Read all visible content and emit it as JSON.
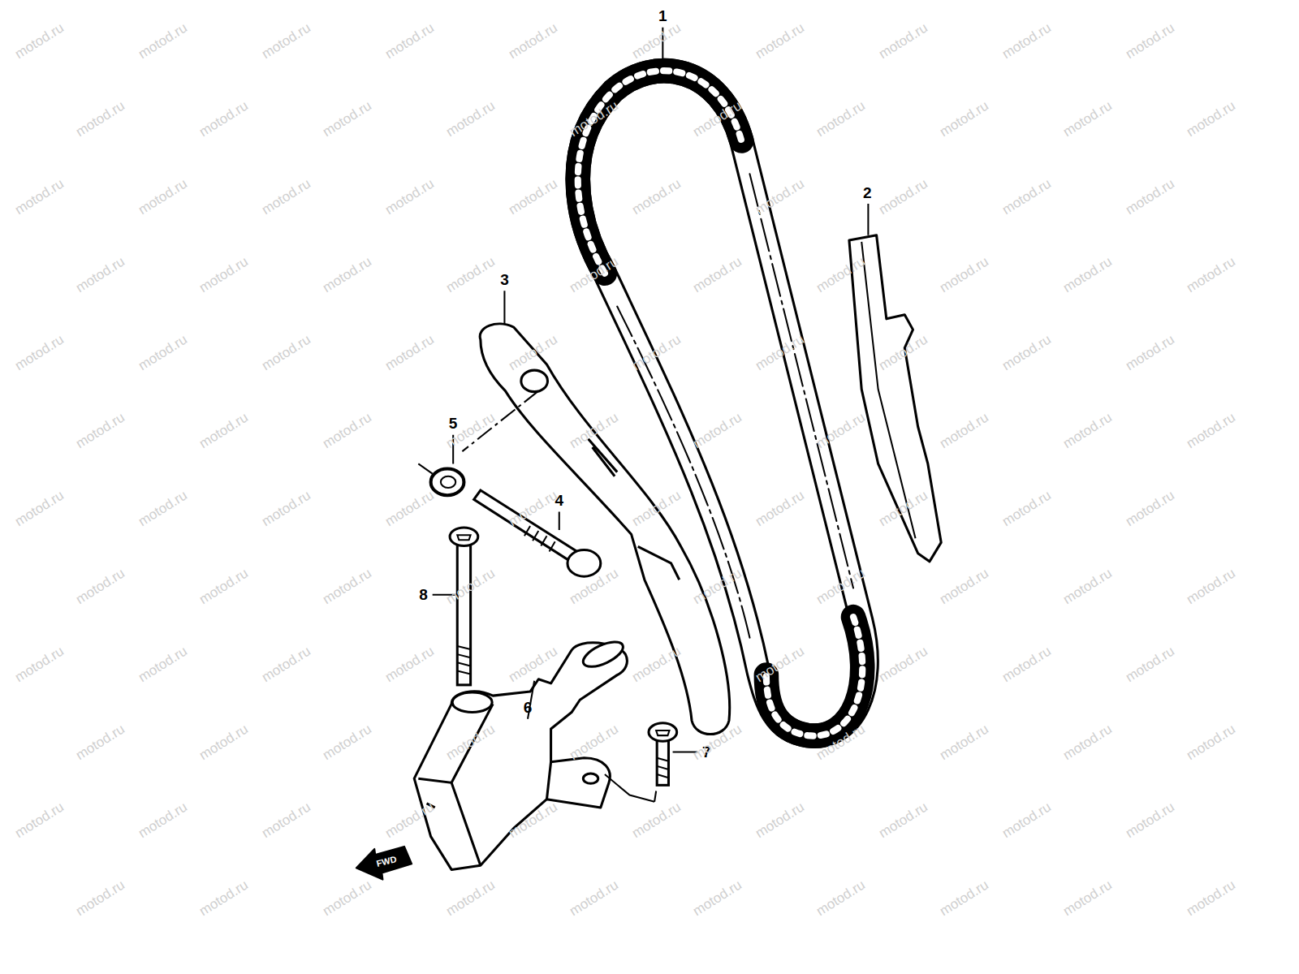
{
  "diagram": {
    "labels": [
      "1",
      "2",
      "3",
      "5",
      "4",
      "8",
      "6",
      "7",
      "FWD",
      "motod.ru",
      "motod.ru",
      "motod.ru",
      "motod.ru",
      "motod.ru",
      "motod.ru",
      "motod.ru",
      "motod.ru",
      "motod.ru",
      "motod.ru",
      "motod.ru",
      "motod.ru",
      "motod.ru",
      "motod.ru",
      "motod.ru",
      "motod.ru",
      "motod.ru",
      "motod.ru",
      "motod.ru",
      "motod.ru",
      "motod.ru",
      "motod.ru",
      "motod.ru",
      "motod.ru",
      "motod.ru",
      "motod.ru",
      "motod.ru",
      "motod.ru",
      "motod.ru",
      "motod.ru",
      "motod.ru",
      "motod.ru",
      "motod.ru",
      "motod.ru",
      "motod.ru",
      "motod.ru",
      "motod.ru",
      "motod.ru",
      "motod.ru",
      "motod.ru",
      "motod.ru",
      "motod.ru",
      "motod.ru",
      "motod.ru",
      "motod.ru",
      "motod.ru",
      "motod.ru",
      "motod.ru",
      "motod.ru",
      "motod.ru",
      "motod.ru",
      "motod.ru",
      "motod.ru",
      "motod.ru",
      "motod.ru",
      "motod.ru",
      "motod.ru",
      "motod.ru",
      "motod.ru",
      "motod.ru",
      "motod.ru",
      "motod.ru",
      "motod.ru",
      "motod.ru",
      "motod.ru",
      "motod.ru",
      "motod.ru",
      "motod.ru",
      "motod.ru",
      "motod.ru",
      "motod.ru",
      "motod.ru",
      "motod.ru",
      "motod.ru",
      "motod.ru",
      "motod.ru",
      "motod.ru",
      "motod.ru",
      "motod.ru",
      "motod.ru",
      "motod.ru",
      "motod.ru",
      "motod.ru",
      "motod.ru",
      "motod.ru",
      "motod.ru",
      "motod.ru",
      "motod.ru",
      "motod.ru",
      "motod.ru",
      "motod.ru",
      "motod.ru",
      "motod.ru",
      "motod.ru",
      "motod.ru",
      "motod.ru",
      "motod.ru",
      "motod.ru",
      "motod.ru",
      "motod.ru",
      "motod.ru",
      "motod.ru",
      "motod.ru",
      "motod.ru",
      "motod.ru",
      "motod.ru",
      "motod.ru",
      "motod.ru",
      "motod.ru",
      "motod.ru",
      "motod.ru",
      "motod.ru",
      "motod.ru",
      "motod.ru",
      "motod.ru",
      "motod.ru",
      "motod.ru",
      "motod.ru",
      "motod.ru",
      "motod.ru"
    ]
  }
}
